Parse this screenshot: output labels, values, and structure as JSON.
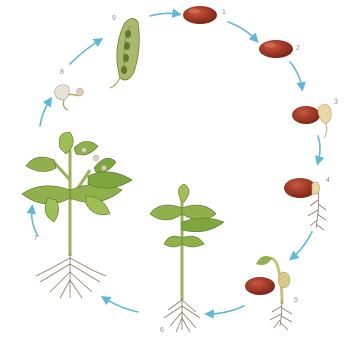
{
  "diagram": {
    "colors": {
      "arrow": "#5fb8d6",
      "seed": "#8e2a1c",
      "seed_highlight": "#c8573f",
      "leaf": "#8fb04a",
      "leaf_dark": "#55772a",
      "stem": "#9cb05a",
      "root": "#8a7a62",
      "pod": "#a9b86a",
      "flower": "#d9cfc0"
    },
    "stages": [
      {
        "step": "1",
        "name": "seed"
      },
      {
        "step": "2",
        "name": "seed"
      },
      {
        "step": "3",
        "name": "seed-splitting"
      },
      {
        "step": "4",
        "name": "radicle-emerging"
      },
      {
        "step": "5",
        "name": "germination-hook"
      },
      {
        "step": "6",
        "name": "young-seedling"
      },
      {
        "step": "7",
        "name": "mature-plant"
      },
      {
        "step": "8",
        "name": "flower"
      },
      {
        "step": "9",
        "name": "open-pod"
      }
    ]
  }
}
